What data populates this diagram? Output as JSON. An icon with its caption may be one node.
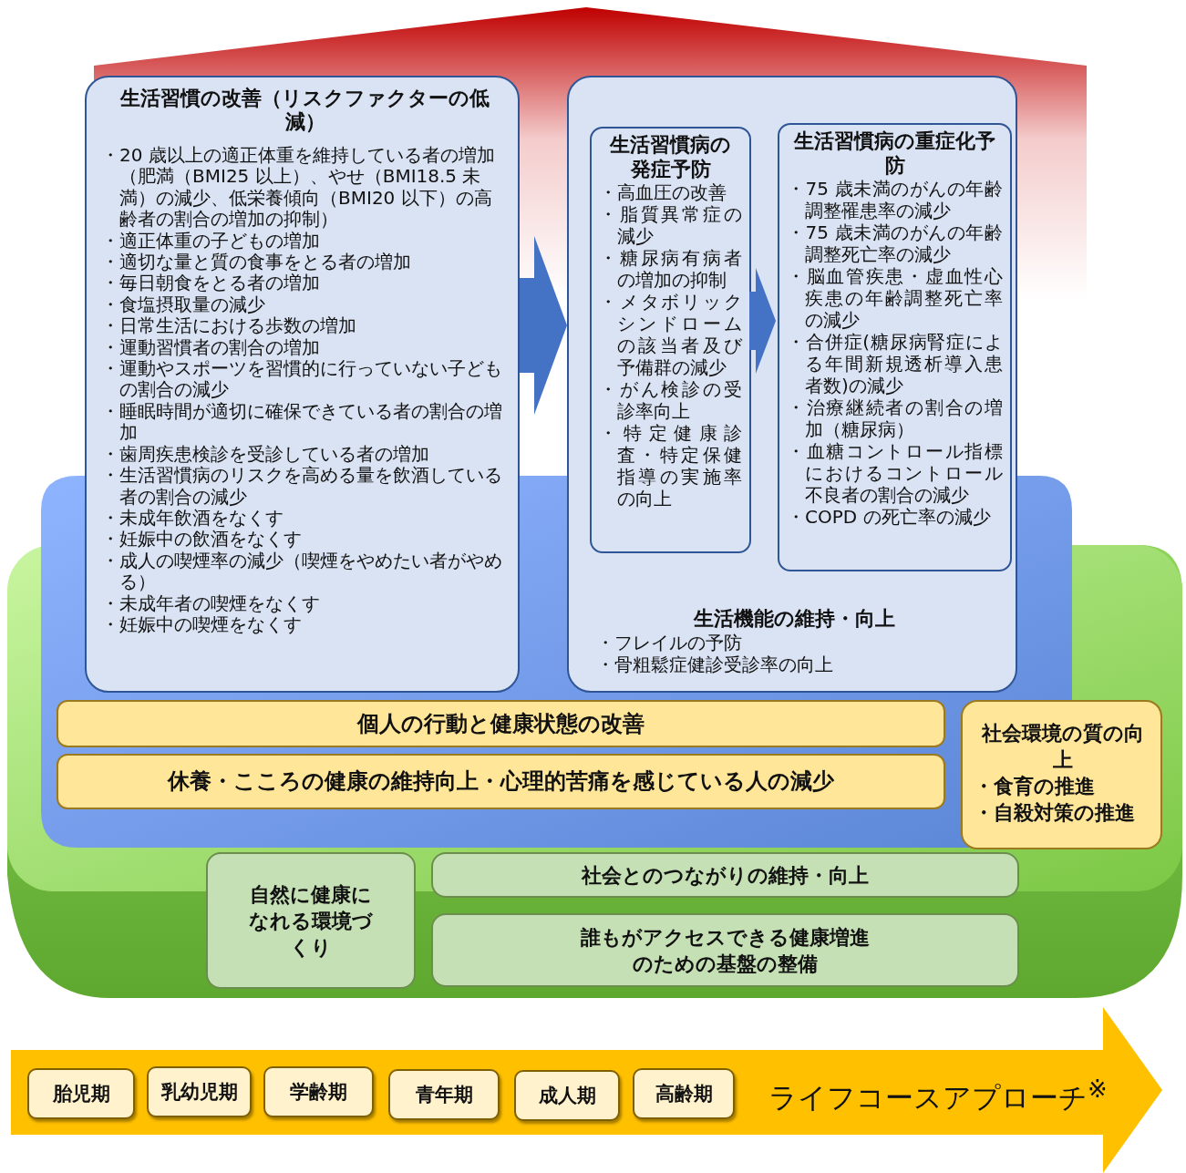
{
  "diagram": {
    "nodes": [
      {
        "text": [
          "生活習慣の改善（リスクファクターの低減）",
          "・20 歳以上の適正体重を維持している者の増加（肥満（BMI25 以上）、やせ（BMI18.5 未満）の減少、低栄養傾向（BMI20 以下）の高齢者の割合の増加の抑制）",
          "・適正体重の子どもの増加",
          "・適切な量と質の食事をとる者の増加",
          "・毎日朝食をとる者の増加",
          "・食塩摂取量の減少",
          "・日常生活における歩数の増加",
          "・運動習慣者の割合の増加",
          "・運動やスポーツを習慣的に行っていない子どもの割合の減少",
          "・睡眠時間が適切に確保できている者の割合の増加",
          "・歯周疾患検診を受診している者の増加",
          "・生活習慣病のリスクを高める量を飲酒している者の割合の減少",
          "・未成年飲酒をなくす",
          "・妊娠中の飲酒をなくす",
          "・成人の喫煙率の減少（喫煙をやめたい者がやめる）",
          "・未成年者の喫煙をなくす",
          "・妊娠中の喫煙をなくす"
        ]
      },
      {
        "text": [
          "生活機能の維持・向上",
          "・フレイルの予防",
          "・骨粗鬆症健診受診率の向上"
        ]
      },
      {
        "text": [
          "生活習慣病の発症予防",
          "・高血圧の改善",
          "・脂質異常症の減少",
          "・糖尿病有病者の増加の抑制",
          "・メタボリックシンドロームの該当者及び予備群の減少",
          "・がん検診の受診率向上",
          "・特定健康診査・特定保健指導の実施率の向上"
        ],
        "in": 1
      },
      {
        "text": [
          "生活習慣病の重症化予防",
          "・75 歳未満のがんの年齢調整罹患率の減少",
          "・75 歳未満のがんの年齢調整死亡率の減少",
          "・脳血管疾患・虚血性心疾患の年齢調整死亡率の減少",
          "・合併症(糖尿病腎症による年間新規透析導入患者数)の減少",
          "・治療継続者の割合の増加（糖尿病）",
          "・血糖コントロール指標におけるコントロール不良者の割合の減少",
          "・COPD の死亡率の減少"
        ],
        "in": 1
      },
      {
        "text": [
          "個人の行動と健康状態の改善"
        ]
      },
      {
        "text": [
          "休養・こころの健康の維持向上・心理的苦痛を感じている人の減少"
        ]
      },
      {
        "text": [
          "社会環境の質の向上",
          "・食育の推進",
          "・自殺対策の推進"
        ]
      },
      {
        "text": [
          "自然に健康になれる環境づくり"
        ]
      },
      {
        "text": [
          "社会とのつながりの維持・向上"
        ]
      },
      {
        "text": [
          "誰もがアクセスできる健康増進のための基盤の整備"
        ]
      },
      {
        "text": [
          "ライフコースアプローチ$^{※}$"
        ]
      },
      {
        "text": [
          "胎児期"
        ],
        "in": 10
      },
      {
        "text": [
          "乳幼児期"
        ],
        "in": 10
      },
      {
        "text": [
          "学齢期"
        ],
        "in": 10
      },
      {
        "text": [
          "青年期"
        ],
        "in": 10
      },
      {
        "text": [
          "成人期"
        ],
        "in": 10
      },
      {
        "text": [
          "高齢期"
        ],
        "in": 10
      }
    ],
    "edges": [
      {
        "from": 0,
        "to": 1,
        "arrow": "to"
      },
      {
        "from": 2,
        "to": 3,
        "arrow": "to"
      }
    ]
  }
}
